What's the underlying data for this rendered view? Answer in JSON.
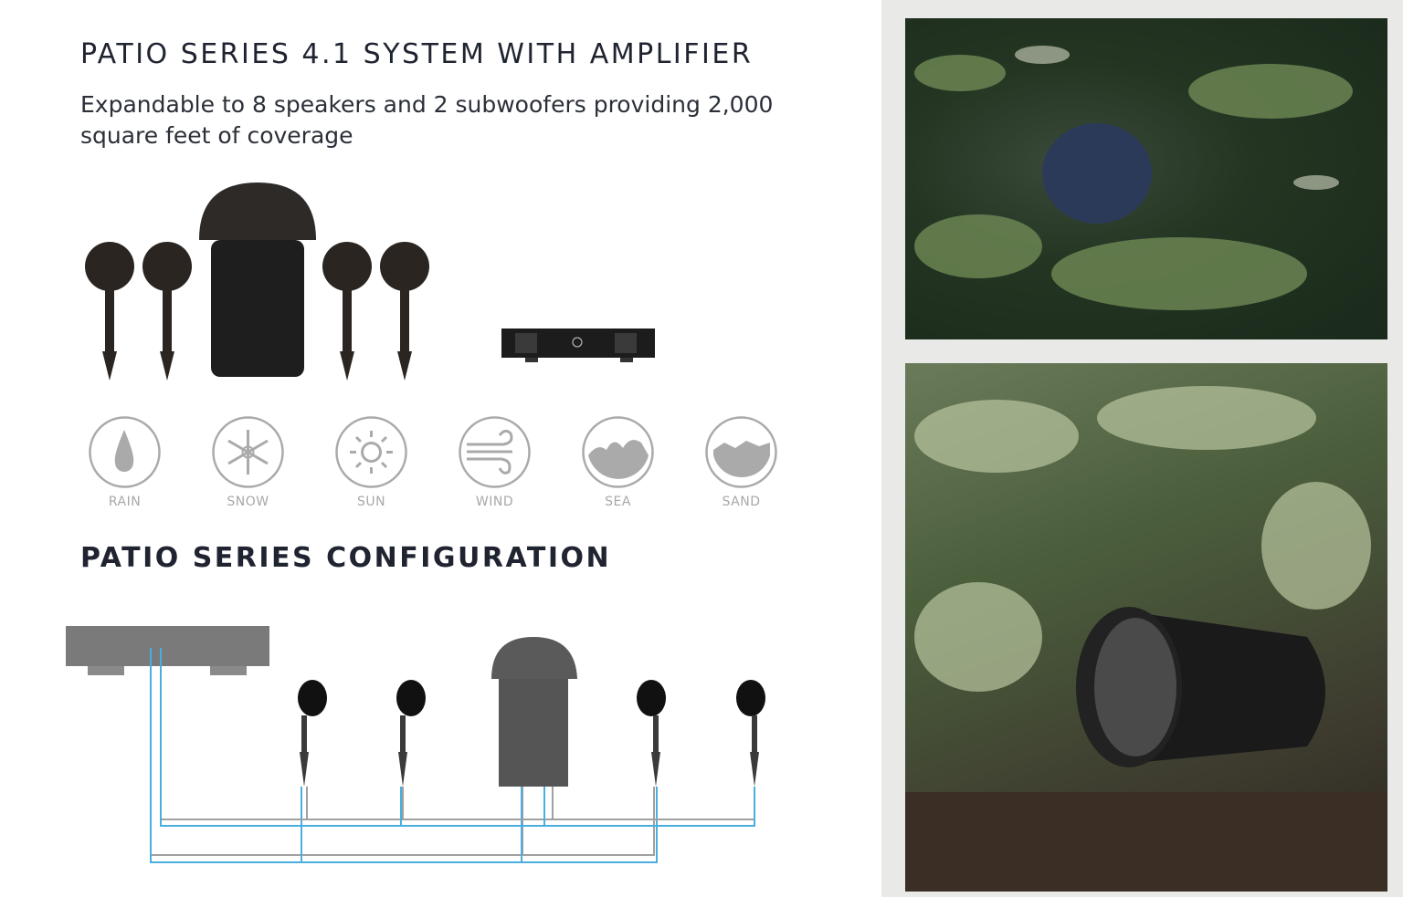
{
  "heading": "PATIO SERIES 4.1 SYSTEM WITH AMPLIFIER",
  "subheading": "Expandable to 8 speakers and 2 subwoofers providing 2,000 square feet of coverage",
  "features": [
    {
      "label": "RAIN",
      "icon": "raindrop-icon"
    },
    {
      "label": "SNOW",
      "icon": "snowflake-icon"
    },
    {
      "label": "SUN",
      "icon": "sun-icon"
    },
    {
      "label": "WIND",
      "icon": "wind-icon"
    },
    {
      "label": "SEA",
      "icon": "wave-icon"
    },
    {
      "label": "SAND",
      "icon": "sand-icon"
    }
  ],
  "config_heading": "PATIO SERIES CONFIGURATION",
  "colors": {
    "wire_blue": "#4aaee0",
    "wire_gray": "#a0a0a0",
    "text": "#1f2430"
  }
}
